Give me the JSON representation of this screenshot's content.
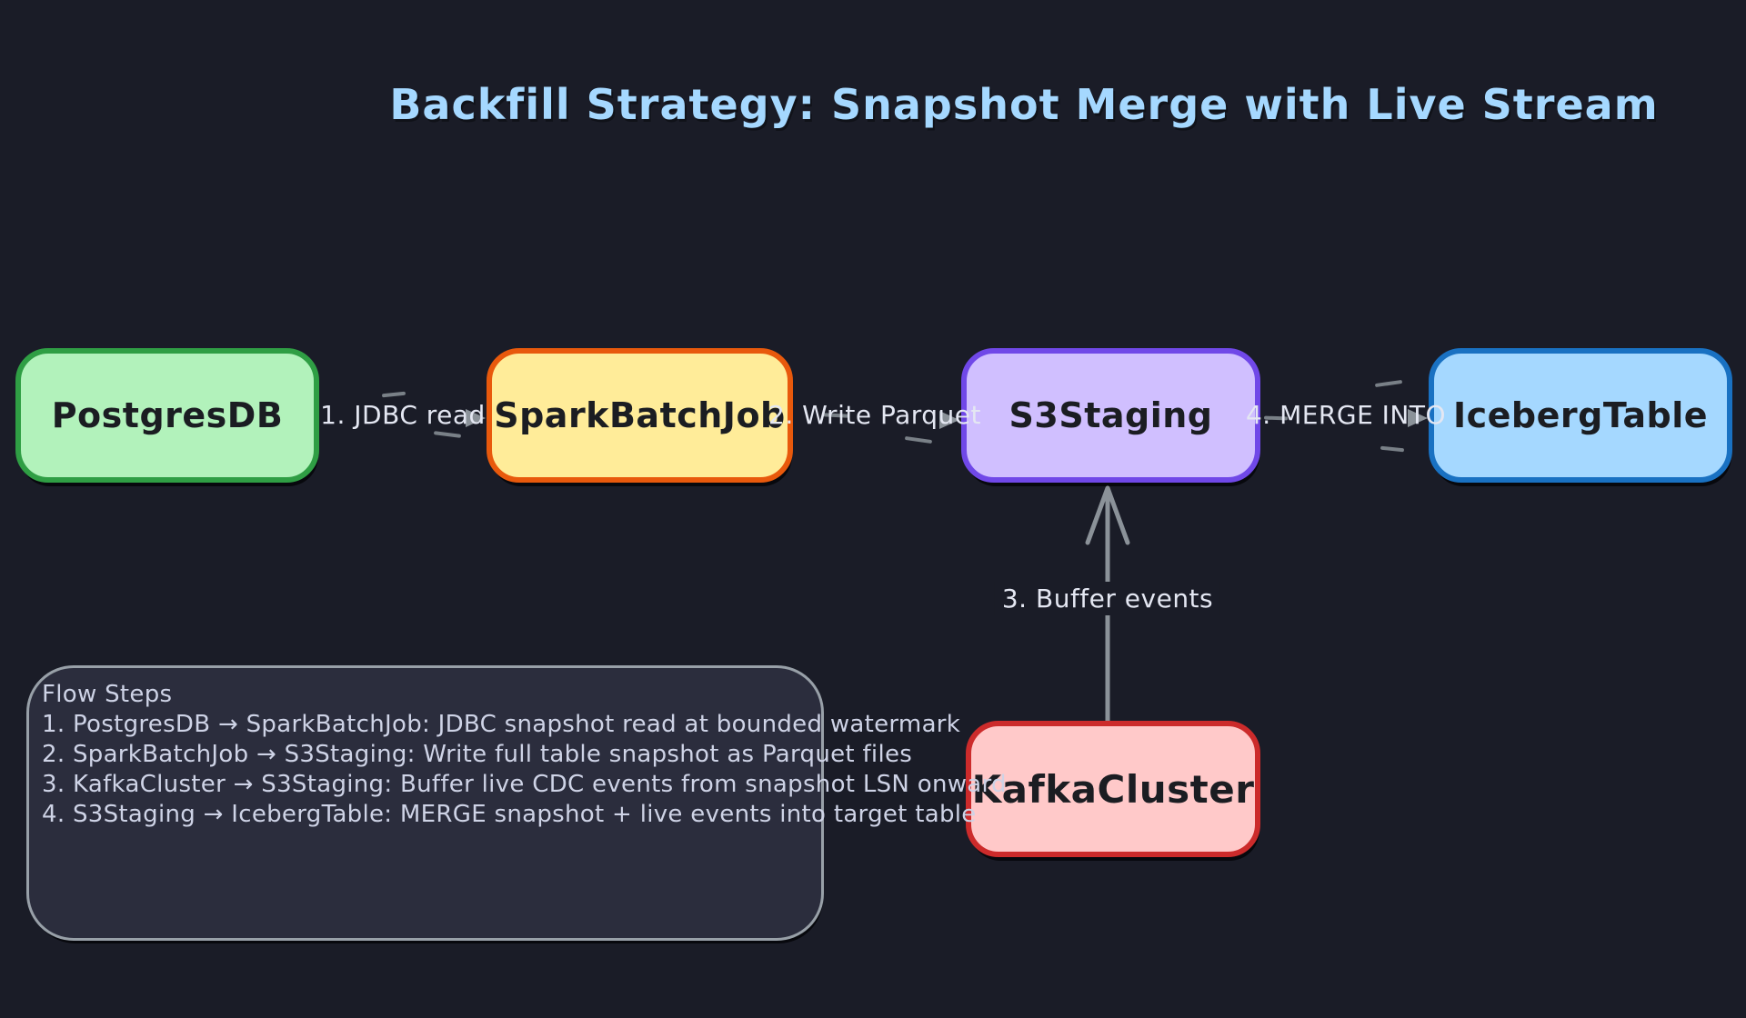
{
  "title": "Backfill Strategy: Snapshot Merge with Live Stream",
  "colors": {
    "background": "#1a1c27",
    "title_text": "#a5d8ff",
    "node_text": "#1b1d22",
    "edge_label_text": "#e4e7f2",
    "arrow_stroke": "#8b9299",
    "flow_text": "#ced3e6",
    "flow_box_fill": "#2b2d3d",
    "flow_box_border": "#98a0a8"
  },
  "nodes": {
    "postgres": {
      "label": "PostgresDB",
      "fill": "#b2f2bb",
      "stroke": "#2f9e44"
    },
    "spark": {
      "label": "SparkBatchJob",
      "fill": "#ffec99",
      "stroke": "#e8590c"
    },
    "s3": {
      "label": "S3Staging",
      "fill": "#d0bfff",
      "stroke": "#7048e8"
    },
    "iceberg": {
      "label": "IcebergTable",
      "fill": "#a5d8ff",
      "stroke": "#1971c2"
    },
    "kafka": {
      "label": "KafkaCluster",
      "fill": "#ffc9c9",
      "stroke": "#cc2b2b"
    }
  },
  "edges": {
    "jdbc": {
      "label": "1. JDBC read"
    },
    "parquet": {
      "label": "2. Write Parquet"
    },
    "merge": {
      "label": "4. MERGE INTO"
    },
    "buffer": {
      "label": "3. Buffer events"
    }
  },
  "flow_steps": {
    "heading": "Flow Steps",
    "steps": [
      "1. PostgresDB → SparkBatchJob: JDBC snapshot read at bounded watermark",
      "2. SparkBatchJob → S3Staging: Write full table snapshot as Parquet files",
      "3. KafkaCluster → S3Staging: Buffer live CDC events from snapshot LSN onward",
      "4. S3Staging → IcebergTable: MERGE snapshot + live events into target table"
    ]
  }
}
